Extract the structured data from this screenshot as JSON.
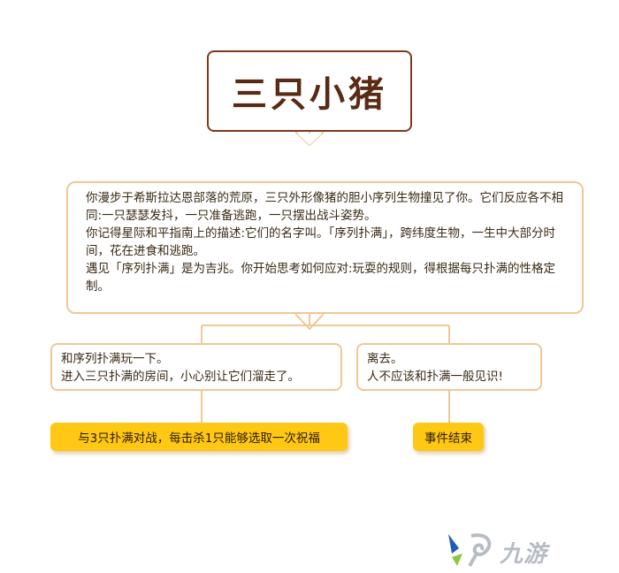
{
  "title": "三只小猪",
  "intro": {
    "lines": [
      "你漫步于希斯拉达恩部落的荒原，三只外形像猪的胆小序列生物撞见了你。它们反应各不相同:一只瑟瑟发抖，一只准备逃跑，一只摆出战斗姿势。",
      "你记得星际和平指南上的描述:它们的名字叫。「序列扑满」，跨纬度生物，一生中大部分时间，花在进食和逃跑。",
      "遇见「序列扑满」是为吉兆。你开始思考如何应对:玩耍的规则，得根据每只扑满的性格定制。"
    ]
  },
  "choices": [
    {
      "lines": [
        "和序列扑满玩一下。",
        "进入三只扑满的房间，小心别让它们溜走了。"
      ],
      "result": "与3只扑满对战，每击杀1只能够选取一次祝福"
    },
    {
      "lines": [
        "离去。",
        "人不应该和扑满一般见识!"
      ],
      "result": "事件结束"
    }
  ],
  "colors": {
    "title_border": "#7b3a1e",
    "box_border": "#f0c896",
    "connector": "#f0c896",
    "result_fill": "#ffc814"
  },
  "watermark": {
    "text": "九游",
    "icon": "nine-game-logo-icon"
  }
}
